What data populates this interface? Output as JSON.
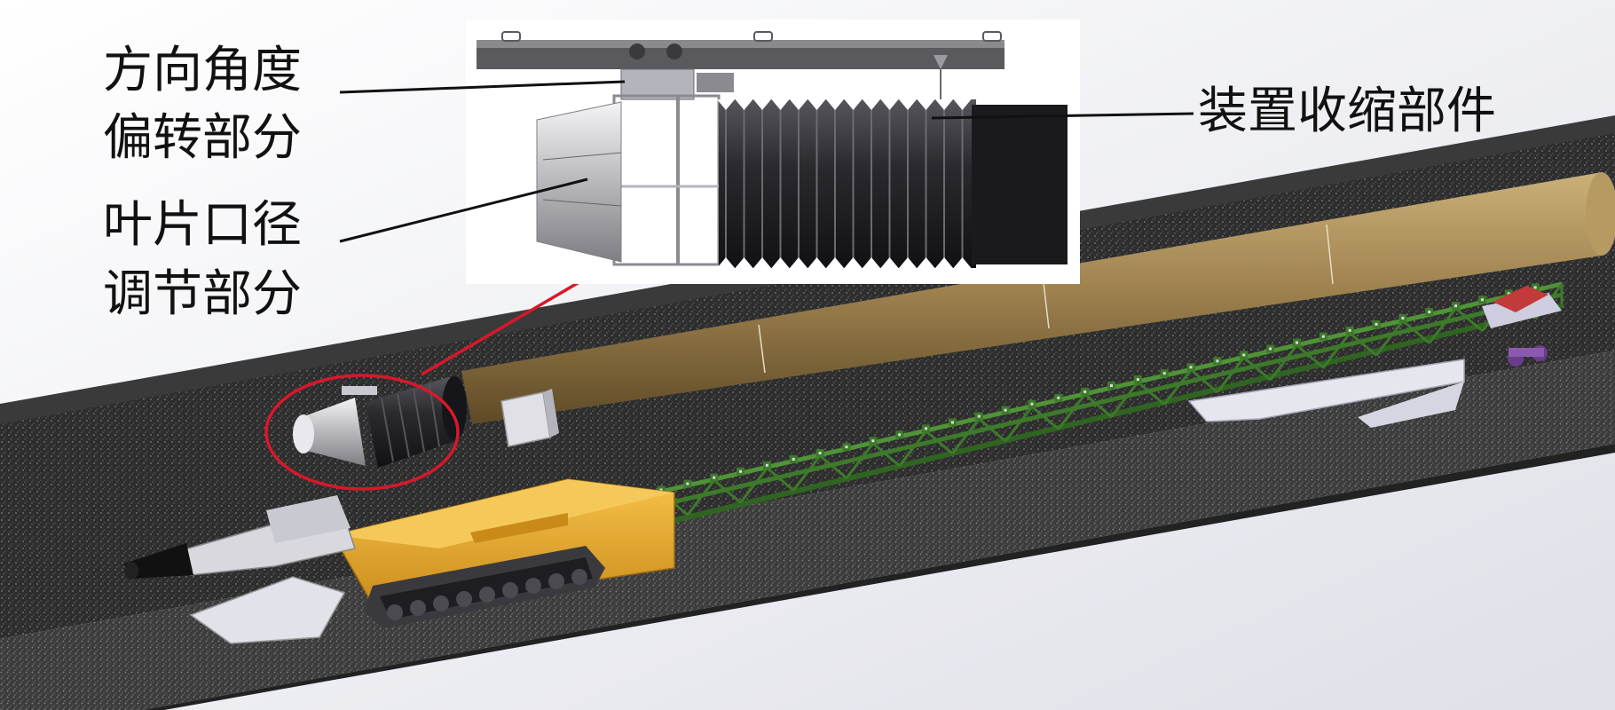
{
  "labels": {
    "direction_angle": [
      "方向角度",
      "偏转部分"
    ],
    "blade_diameter": [
      "叶片口径",
      "调节部分"
    ],
    "retraction": "装置收缩部件"
  },
  "colors": {
    "roof_dark": "#3a3a3a",
    "gravel_top": "#2c2c2c",
    "gravel_floor": "#3b3b3b",
    "pipe_tan": "#a08350",
    "truss_green": "#3d7a2a",
    "machine_yellow": "#e8a82a",
    "bellows_dark": "#2a2a2e",
    "highlight_red": "#d8182a",
    "support_white": "#e6e6ee"
  },
  "icons": {
    "device": "ventilation-fan-unit",
    "crawler": "tunneling-roadheader",
    "conveyor": "belt-conveyor-truss"
  }
}
